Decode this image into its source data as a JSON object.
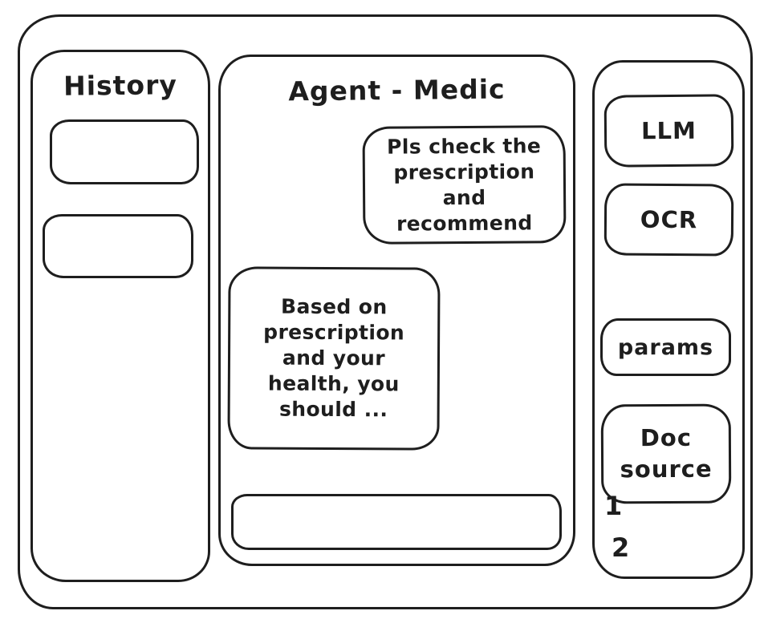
{
  "theme": {
    "stroke_color": "#1e1e1e",
    "background_color": "#ffffff"
  },
  "sidebar_left": {
    "title": "History",
    "items": [
      {
        "label": ""
      },
      {
        "label": ""
      }
    ]
  },
  "main": {
    "title": "Agent - Medic",
    "messages": [
      {
        "role": "user",
        "text": "Pls check the prescription and recommend"
      },
      {
        "role": "assistant",
        "text": "Based on prescription and your health, you should ..."
      }
    ],
    "input": {
      "value": "",
      "placeholder": ""
    }
  },
  "sidebar_right": {
    "tools": [
      {
        "label": "LLM"
      },
      {
        "label": "OCR"
      },
      {
        "label": "params"
      },
      {
        "label": "Doc source"
      }
    ],
    "doc_list": [
      "1",
      "2"
    ]
  }
}
